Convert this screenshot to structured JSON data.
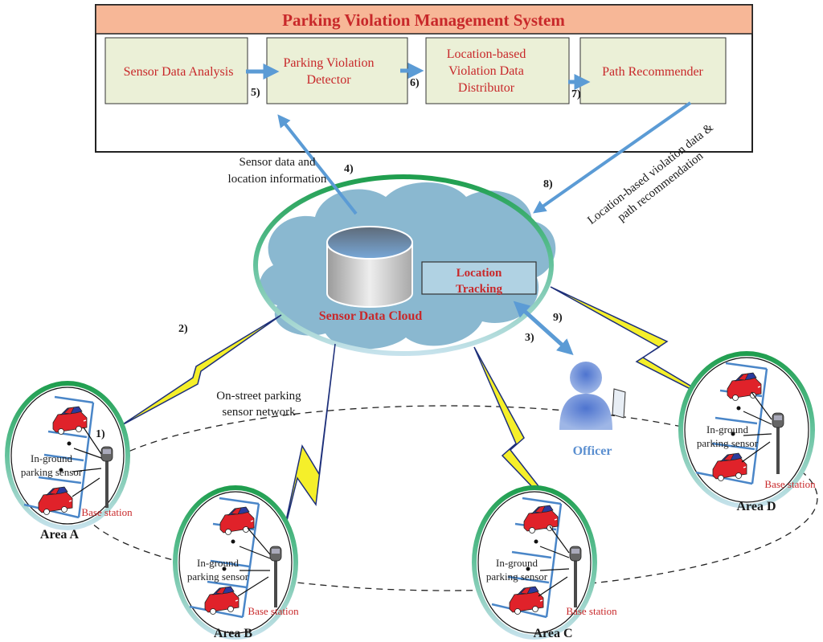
{
  "system": {
    "title": "Parking Violation Management System",
    "modules": [
      {
        "lines": [
          "Sensor Data Analysis"
        ]
      },
      {
        "lines": [
          "Parking Violation",
          "Detector"
        ]
      },
      {
        "lines": [
          "Location-based",
          "Violation Data",
          "Distributor"
        ]
      },
      {
        "lines": [
          "Path Recommender"
        ]
      }
    ]
  },
  "steps": {
    "s1": "1)",
    "s2": "2)",
    "s3": "3)",
    "s4": "4)",
    "s5": "5)",
    "s6": "6)",
    "s7": "7)",
    "s8": "8)",
    "s9": "9)"
  },
  "annotations": {
    "sensor_data_line1": "Sensor data and",
    "sensor_data_line2": "location information",
    "recommend_line1": "Location-based violation data &",
    "recommend_line2": "path recommendation",
    "network_line1": "On-street parking",
    "network_line2": "sensor network"
  },
  "cloud": {
    "label": "Sensor Data Cloud",
    "tracking_line1": "Location",
    "tracking_line2": "Tracking"
  },
  "officer": {
    "label": "Officer"
  },
  "areas": [
    {
      "name": "Area A",
      "sensor_line1": "In-ground",
      "sensor_line2": "parking sensor",
      "base_station": "Base station"
    },
    {
      "name": "Area B",
      "sensor_line1": "In-ground",
      "sensor_line2": "parking sensor",
      "base_station": "Base station"
    },
    {
      "name": "Area C",
      "sensor_line1": "In-ground",
      "sensor_line2": "parking sensor",
      "base_station": "Base station"
    },
    {
      "name": "Area D",
      "sensor_line1": "In-ground",
      "sensor_line2": "parking sensor",
      "base_station": "Base station"
    }
  ],
  "colors": {
    "title_bar": "#f7b797",
    "module_fill": "#ebf0d7",
    "text_red": "#c8282a",
    "arrow_blue": "#5b9bd5",
    "cloud": "#8ab8d0",
    "ring_green": "#2eaa5e",
    "ring_light": "#b9dbe6",
    "bolt_yellow": "#f5ef2a",
    "officer_blue": "#5b8fd0"
  }
}
